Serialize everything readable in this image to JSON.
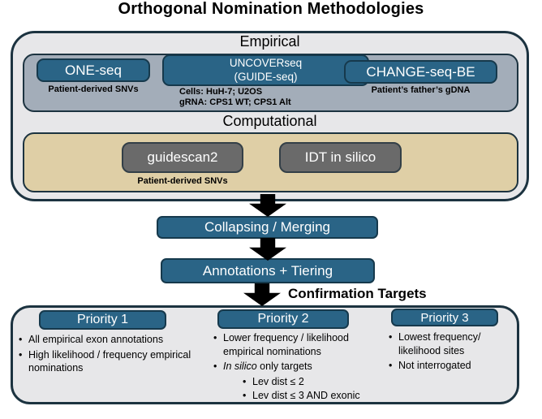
{
  "title": "Orthogonal Nomination Methodologies",
  "colors": {
    "teal": "#2A6486",
    "teal_border": "#16394C",
    "panel_gray": "#E7E7E9",
    "panel_border": "#1C3340",
    "empirical_fill": "#A3ADB9",
    "computational_fill": "#DFCFA6",
    "tool_gray": "#6A6A6A",
    "arrow": "#000000"
  },
  "top_panel": {
    "empirical": {
      "label": "Empirical",
      "methods": [
        {
          "name": "ONE-seq",
          "note": "Patient-derived SNVs"
        },
        {
          "name": "UNCOVERseq",
          "name2": "(GUIDE-seq)",
          "note": "Cells: HuH-7; U2OS",
          "note2": "gRNA: CPS1 WT; CPS1 Alt"
        },
        {
          "name": "CHANGE-seq-BE",
          "note": "Patient’s father’s gDNA"
        }
      ]
    },
    "computational": {
      "label": "Computational",
      "methods": [
        {
          "name": "guidescan2",
          "note": "Patient-derived SNVs"
        },
        {
          "name": "IDT in silico"
        }
      ]
    }
  },
  "flow": {
    "step_collapsing": "Collapsing / Merging",
    "step_annotations": "Annotations + Tiering",
    "confirmation_label": "Confirmation Targets"
  },
  "priorities": [
    {
      "header": "Priority 1",
      "bullets": [
        "All empirical exon annotations",
        "High likelihood / frequency empirical nominations"
      ]
    },
    {
      "header": "Priority 2",
      "bullets": [
        "Lower frequency / likelihood empirical nominations"
      ],
      "italic_bullet": {
        "italic": "In silico",
        "rest": " only targets"
      },
      "sub_bullets": [
        "Lev dist ≤ 2",
        "Lev dist ≤ 3 AND exonic"
      ]
    },
    {
      "header": "Priority 3",
      "bullets": [
        "Lowest frequency/ likelihood sites",
        "Not interrogated"
      ]
    }
  ]
}
